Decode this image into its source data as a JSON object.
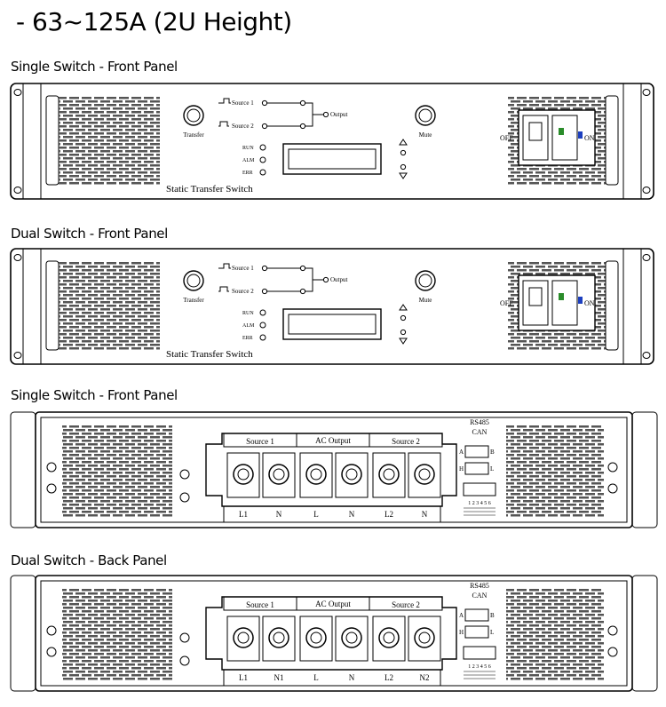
{
  "title": "- 63~125A (2U Height)",
  "panels": [
    {
      "label": "Single Switch - Front Panel",
      "source1": "Source 1",
      "source2": "Source 2",
      "output": "Output",
      "transfer": "Transfer",
      "mute": "Mute",
      "indicators": [
        "RUN",
        "ALM",
        "ERR"
      ],
      "panel_name": "Static Transfer Switch",
      "off": "OFF",
      "on": "ON"
    },
    {
      "label": "Dual Switch - Front Panel",
      "source1": "Source 1",
      "source2": "Source 2",
      "output": "Output",
      "transfer": "Transfer",
      "mute": "Mute",
      "indicators": [
        "RUN",
        "ALM",
        "ERR"
      ],
      "panel_name": "Static Transfer Switch",
      "off": "OFF",
      "on": "ON"
    },
    {
      "label": "Single Switch - Front Panel",
      "groups": [
        "Source 1",
        "AC Output",
        "Source 2"
      ],
      "terminals": [
        "L1",
        "N",
        "L",
        "N",
        "L2",
        "N"
      ],
      "rs485": "RS485",
      "can": "CAN",
      "port_a": "A",
      "port_b": "B",
      "port_h": "H",
      "port_l": "L",
      "dip_numbers": "1 2 3 4 5 6"
    },
    {
      "label": "Dual Switch - Back Panel",
      "groups": [
        "Source 1",
        "AC Output",
        "Source 2"
      ],
      "terminals": [
        "L1",
        "N1",
        "L",
        "N",
        "L2",
        "N2"
      ],
      "rs485": "RS485",
      "can": "CAN",
      "port_a": "A",
      "port_b": "B",
      "port_h": "H",
      "port_l": "L",
      "dip_numbers": "1 2 3 4 5 6"
    }
  ]
}
